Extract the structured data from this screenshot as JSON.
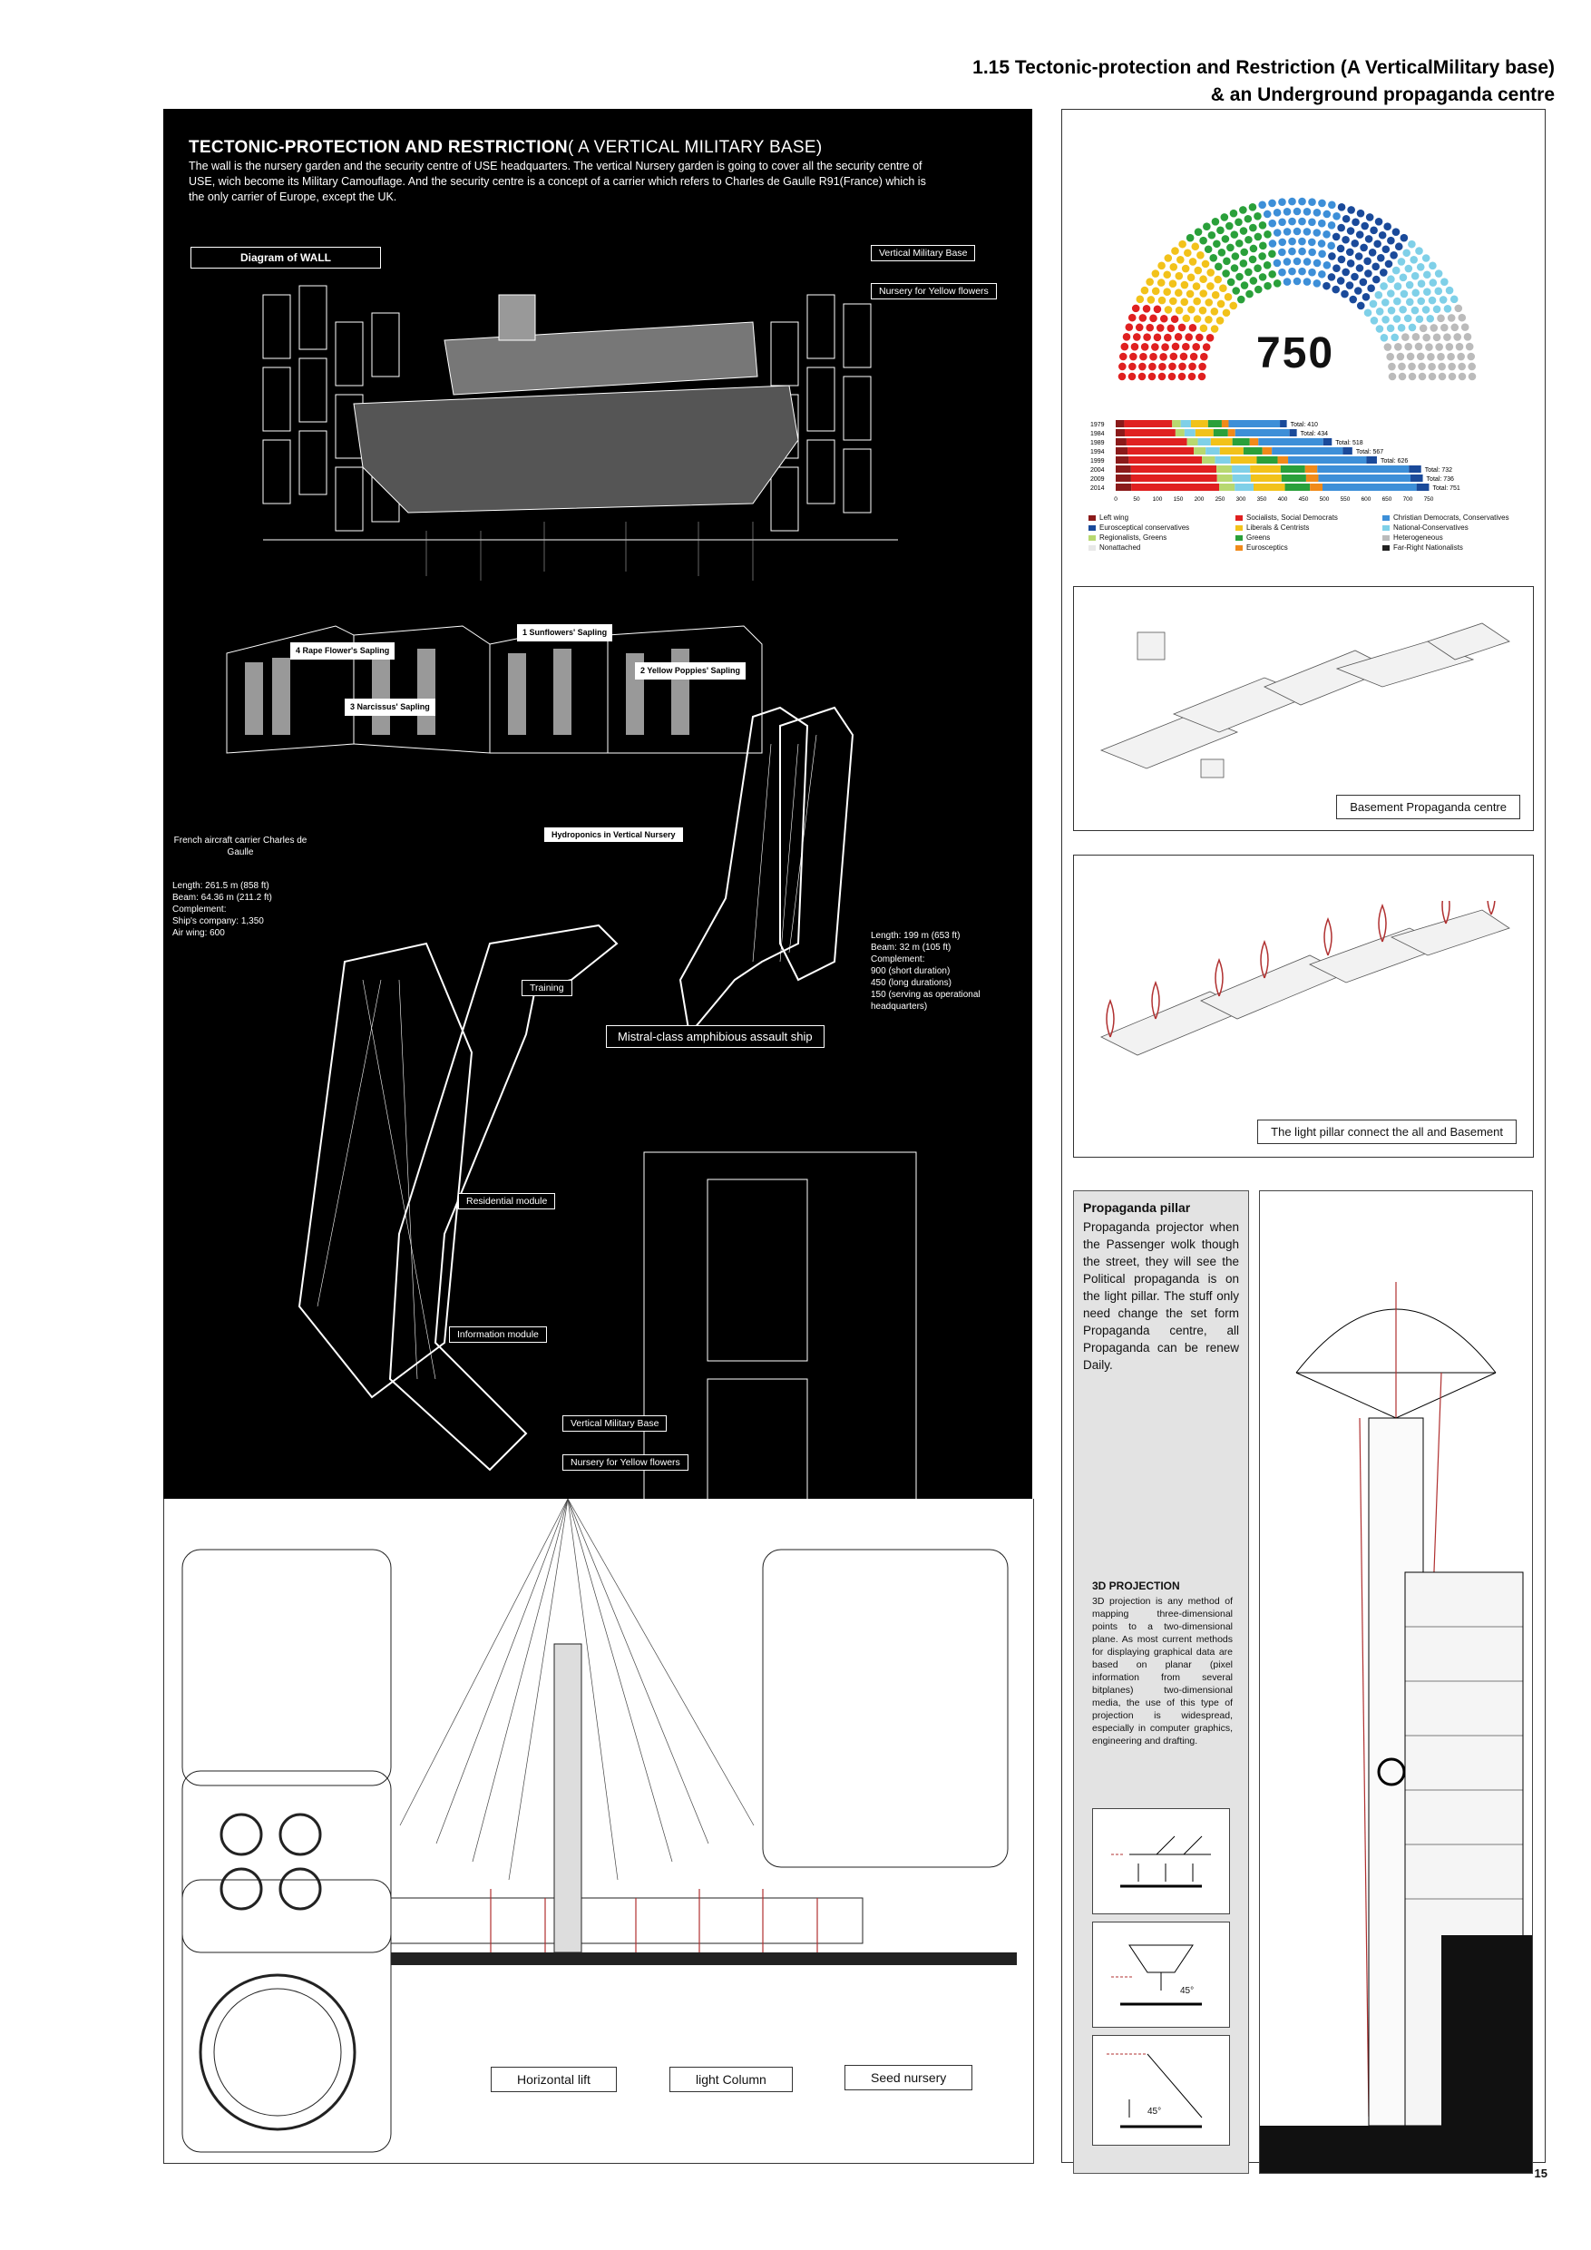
{
  "header": {
    "line1": "1.15 Tectonic-protection and Restriction (A VerticalMilitary base)",
    "line2": "& an Underground propaganda centre"
  },
  "page_number": "15",
  "black_panel": {
    "title_bold": "TECTONIC-PROTECTION AND RESTRICTION",
    "title_light": "( A VERTICAL MILITARY BASE)",
    "intro": "The wall is the nursery garden and the security centre of USE headquarters. The vertical Nursery garden is going to cover all the security centre of USE, wich become its Military Camouflage. And the security centre is a concept of a carrier which refers to Charles de Gaulle R91(France) which is the only carrier of  Europe, except the UK.",
    "diagram_label": "Diagram of WALL",
    "vertical_base_top": "Vertical Military Base",
    "nursery_top": "Nursery for Yellow flowers",
    "saplings": [
      {
        "num": "1",
        "name": "Sunflowers' Sapling"
      },
      {
        "num": "2",
        "name": "Yellow Poppies' Sapling"
      },
      {
        "num": "3",
        "name": "Narcissus' Sapling"
      },
      {
        "num": "4",
        "name": "Rape Flower's Sapling"
      }
    ],
    "hydroponics": "Hydroponics in Vertical Nursery",
    "cdg_name": "French aircraft carrier Charles de Gaulle",
    "cdg_specs": [
      "Length: 261.5 m (858 ft)",
      "Beam: 64.36 m (211.2 ft)",
      "Complement:",
      "Ship's company: 1,350",
      "Air wing: 600"
    ],
    "mistral_specs": [
      "Length: 199 m (653 ft)",
      "Beam:  32  m  (105  ft)",
      "Complement:",
      "900 (short duration)",
      "450 (long durations)",
      "150 (serving as operational headquarters)"
    ],
    "training": "Training",
    "mistral_name": "Mistral-class amphibious assault ship",
    "residential": "Residential module",
    "information": "Information module",
    "vertical_base_bottom": "Vertical Military Base",
    "nursery_bottom": "Nursery for Yellow flowers"
  },
  "bottom_panel": {
    "labels": [
      "Horizontal lift",
      "light Column",
      "Seed nursery"
    ]
  },
  "parliament": {
    "total": "750",
    "rows": [
      {
        "year": "1979",
        "total": "Total: 410"
      },
      {
        "year": "1984",
        "total": "Total: 434"
      },
      {
        "year": "1989",
        "total": "Total: 518"
      },
      {
        "year": "1994",
        "total": "Total: 567"
      },
      {
        "year": "1999",
        "total": "Total: 626"
      },
      {
        "year": "2004",
        "total": "Total: 732"
      },
      {
        "year": "2009",
        "total": "Total: 736"
      },
      {
        "year": "2014",
        "total": "Total: 751"
      }
    ],
    "axis_ticks": [
      "0",
      "50",
      "100",
      "150",
      "200",
      "250",
      "300",
      "350",
      "400",
      "450",
      "500",
      "550",
      "600",
      "650",
      "700",
      "750"
    ],
    "legend": [
      {
        "label": "Left wing",
        "color": "#8b1a1a"
      },
      {
        "label": "Socialists, Social Democrats",
        "color": "#e02020"
      },
      {
        "label": "Christian Democrats, Conservatives",
        "color": "#3d8fd8"
      },
      {
        "label": "Eurosceptical conservatives",
        "color": "#1a4a9a"
      },
      {
        "label": "Liberals & Centrists",
        "color": "#f2c21a"
      },
      {
        "label": "National-Conservatives",
        "color": "#7fd0e8"
      },
      {
        "label": "Regionalists, Greens",
        "color": "#b8d870"
      },
      {
        "label": "Greens",
        "color": "#2aa03a"
      },
      {
        "label": "Heterogeneous",
        "color": "#bbbbbb"
      },
      {
        "label": "Nonattached",
        "color": "#e8e8e8"
      },
      {
        "label": "Eurosceptics",
        "color": "#f08a1a"
      },
      {
        "label": "Far-Right Nationalists",
        "color": "#222222"
      }
    ]
  },
  "captions": {
    "basement": "Basement Propaganda centre",
    "light_pillar": "The light pillar connect the all and Basement"
  },
  "propaganda": {
    "title": "Propaganda pillar",
    "body": "Propaganda projector when the Passenger wolk though the street, they will see the Political propaganda is on the light pillar. The stuff only need change the set form Propaganda centre, all Propaganda can be renew Daily."
  },
  "projection": {
    "title": "3D PROJECTION",
    "body": "3D projection is any method of mapping three-dimensional points to a two-dimensional plane. As most current methods for displaying graphical data are based on planar (pixel information from several bitplanes) two-dimensional media, the use of this type of projection is widespread, especially in computer graphics, engineering and drafting.",
    "angle1": "45°",
    "angle2": "45°"
  }
}
